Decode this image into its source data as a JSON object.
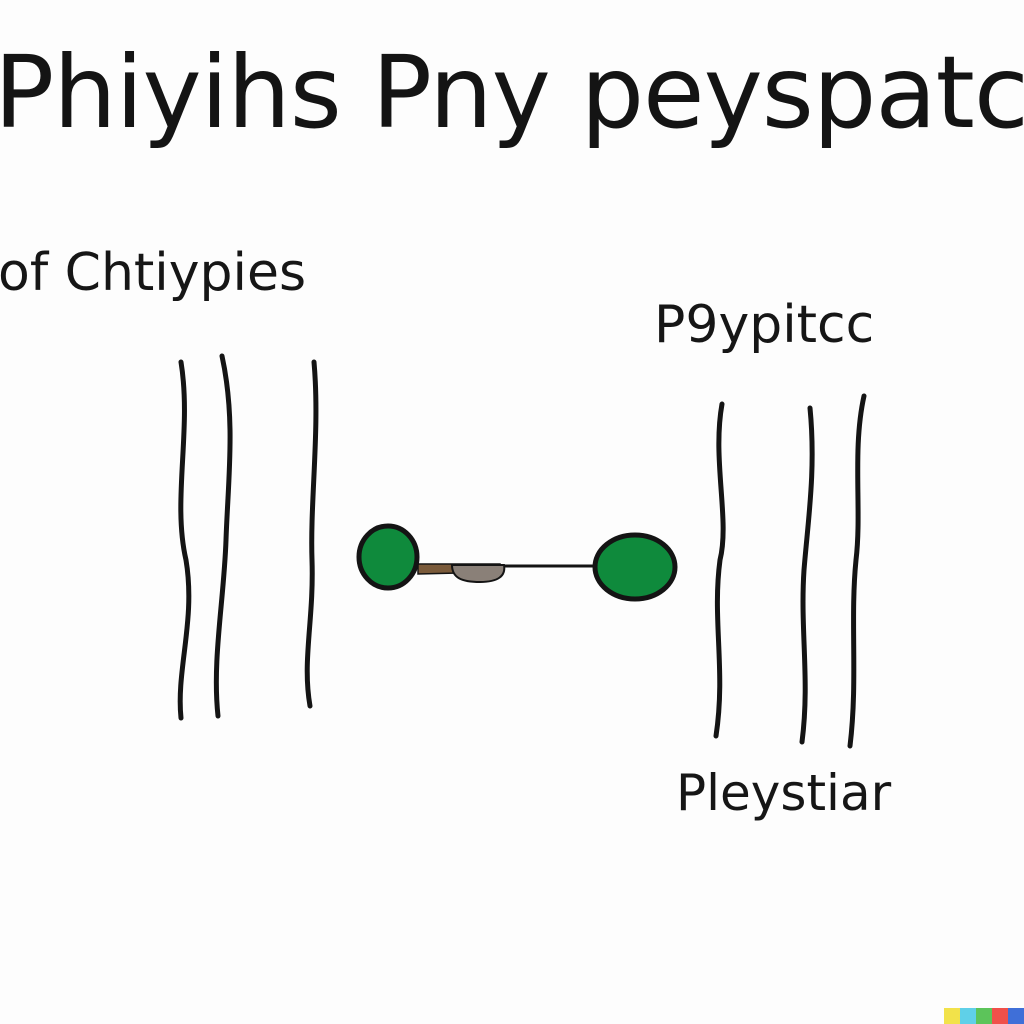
{
  "title": "Phiyihs Pny peyspatc",
  "labels": {
    "left": "of Chtiypies",
    "right_top": "P9ypitcc",
    "right_bottom": "Pleystiar"
  },
  "colors": {
    "background": "#fdfdfd",
    "ink": "#141414",
    "ball_fill": "#0f8a3c",
    "rod_accent": "#7a5a3a",
    "rod_grey": "#8a8078"
  },
  "corner_swatches": [
    "#f2e24a",
    "#5fd0e8",
    "#5cc45a",
    "#f0504a",
    "#3f6fd8"
  ]
}
